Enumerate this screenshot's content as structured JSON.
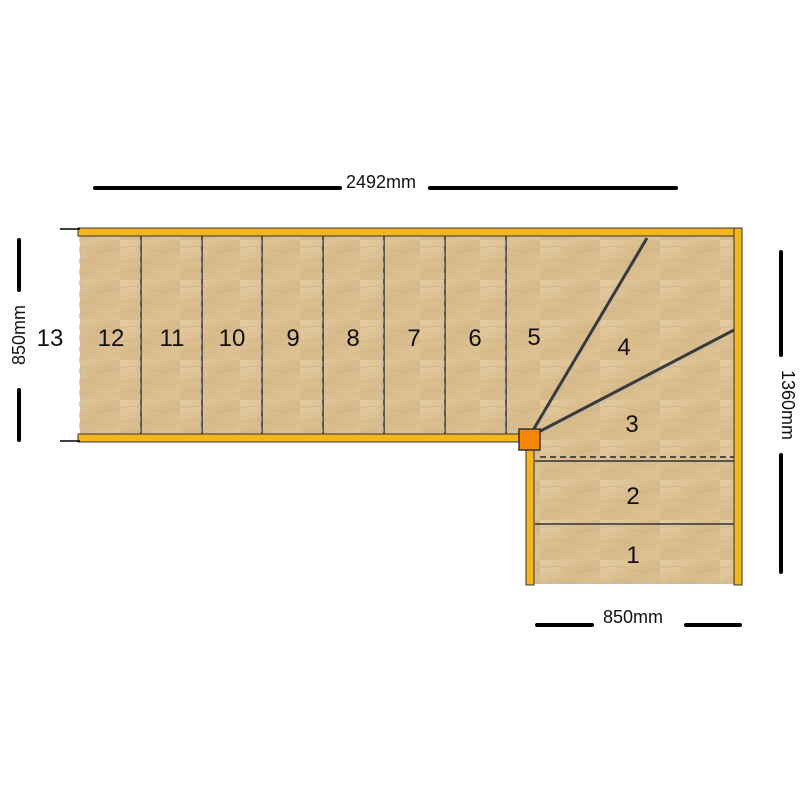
{
  "diagram": {
    "colors": {
      "wood": "#dcc194",
      "wood_grain": "#c9a674",
      "stringer": "#f5b51c",
      "newel_post": "#f5860a",
      "line": "#333333"
    },
    "steps": [
      "1",
      "2",
      "3",
      "4",
      "5",
      "6",
      "7",
      "8",
      "9",
      "10",
      "11",
      "12",
      "13"
    ],
    "dimensions": {
      "top_width": "2492mm",
      "left_height": "850mm",
      "right_height": "1360mm",
      "bottom_width": "850mm"
    },
    "newel_post_icon": "orange-square-newel-post"
  }
}
